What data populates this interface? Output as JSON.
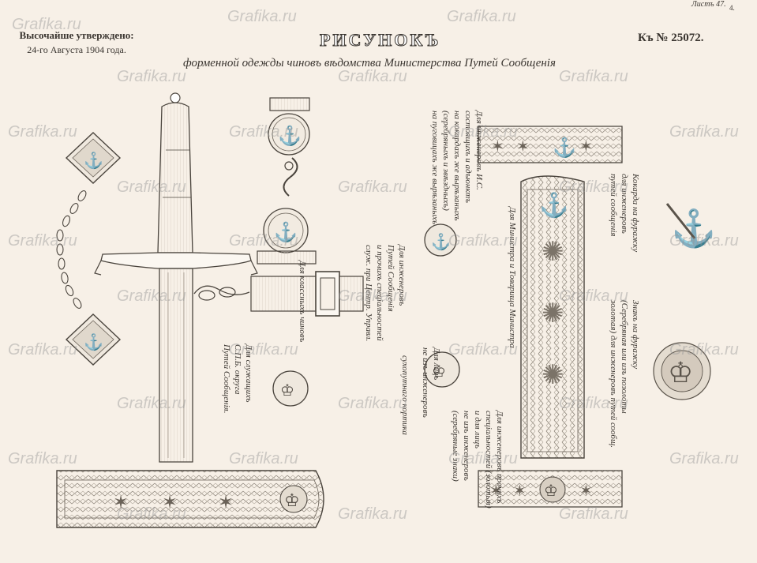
{
  "header": {
    "approved": "Высочайше утверждено:",
    "date": "24-го Августа 1904 года.",
    "title": "РИСУНОКЪ",
    "subtitle": "форменной одежды чиновъ вѣдомства Министерства Путей Сообщенія",
    "number": "Къ № 25072.",
    "sheet": "Листъ 47.",
    "sheet_code": "4."
  },
  "watermark": "Grafika.ru",
  "labels": {
    "all_ranks": "Для классныхъ чиновъ",
    "service_weapon": "сухопутнаго",
    "service_weapon2": "кортика",
    "engineers_left": "Для инженеровъ И.С.",
    "engineers_left2": "состоящихъ и адъюнктъ",
    "engineers_left3": "на кокардахъ же вырѣзаныхъ",
    "engineers_left4": "(серебряныхъ и звѣздныхъ)",
    "engineers_left5": "на пуговицахъ же вырѣзаныхъ",
    "engineers_mid": "Для инженеровъ",
    "engineers_mid2": "Путей Сообщенія",
    "engineers_mid3": "и прочихъ спеціальностей",
    "engineers_mid4": "служ. при Центр. Управл.",
    "not_engineers": "Для лицъ",
    "not_engineers2": "не изъ инженеровъ",
    "not_engineers3": "",
    "servants": "Для служащихъ",
    "servants2": "С.П.Б. округа",
    "servants3": "Путей Сообщенія.",
    "minister": "Для Министра и Товарища Министра",
    "cockade_note": "Кокарда на фуражку",
    "cockade_note2": "для инженеровъ",
    "cockade_note3": "путей сообщенія",
    "crest_note": "Знакъ на фуражку",
    "crest_note2": "(Серебряная или изъ позолоты",
    "crest_note3": "золотая) для инженеровъ путей сообщ.",
    "other_note": "Для инженеровъ прочихъ",
    "other_note2": "спеціальностей (золотыя)",
    "other_note3": "и для лицъ",
    "other_note4": "не изъ инженеровъ",
    "other_note5": "(серебряные знаки)"
  },
  "colors": {
    "paper": "#f7f0e7",
    "ink": "#3a3530",
    "watermark": "#969696"
  }
}
